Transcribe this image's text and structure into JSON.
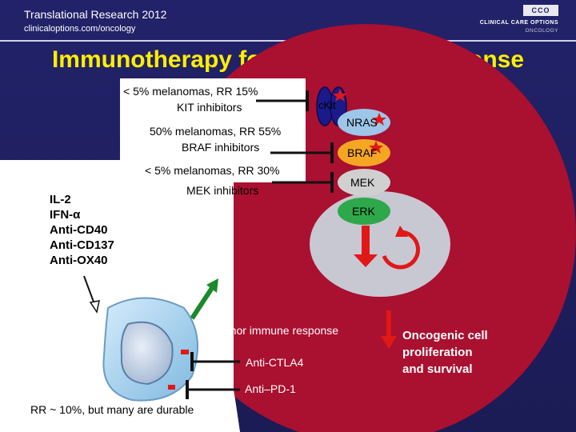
{
  "header": {
    "title": "Translational Research 2012",
    "url": "clinicaloptions.com/oncology",
    "logo_box": "CCO",
    "logo_main": "CLINICAL CARE OPTIONS",
    "logo_sub": "ONCOLOGY"
  },
  "slide_title": "Immunotherapy for Melanoma: Response",
  "annotations": {
    "kit_line1": "< 5% melanomas, RR 15%",
    "kit_line2": "KIT inhibitors",
    "braf_line1": "50% melanomas, RR 55%",
    "braf_line2": "BRAF inhibitors",
    "mek_line1": "< 5% melanomas, RR 30%",
    "mek_line2": "MEK inhibitors"
  },
  "signaling": {
    "ckit": "cKit",
    "nras": "NRAS",
    "braf": "BRAF",
    "mek": "MEK",
    "erk": "ERK"
  },
  "immunotherapies": [
    "IL-2",
    "IFN-α",
    "Anti-CD40",
    "Anti-CD137",
    "Anti-OX40"
  ],
  "antitumor_label": "Antitumor immune response",
  "checkpoints": {
    "ctla4": "Anti-CTLA4",
    "pd1": "Anti–PD-1"
  },
  "oncogenic_label": [
    "Oncogenic cell",
    "proliferation",
    "and survival"
  ],
  "footnote": "RR ~ 10%, but many are durable",
  "colors": {
    "background": "#1f1f5c",
    "title": "#ffee00",
    "tumor_cell": "#aa1030",
    "nucleus": "#c8c8d2",
    "nras": "#9ec6e8",
    "braf": "#f5a623",
    "mek": "#d0d0d0",
    "erk": "#2ea84a",
    "t_cell": "#a9d6f5",
    "green_arrow": "#1a8a2a"
  }
}
